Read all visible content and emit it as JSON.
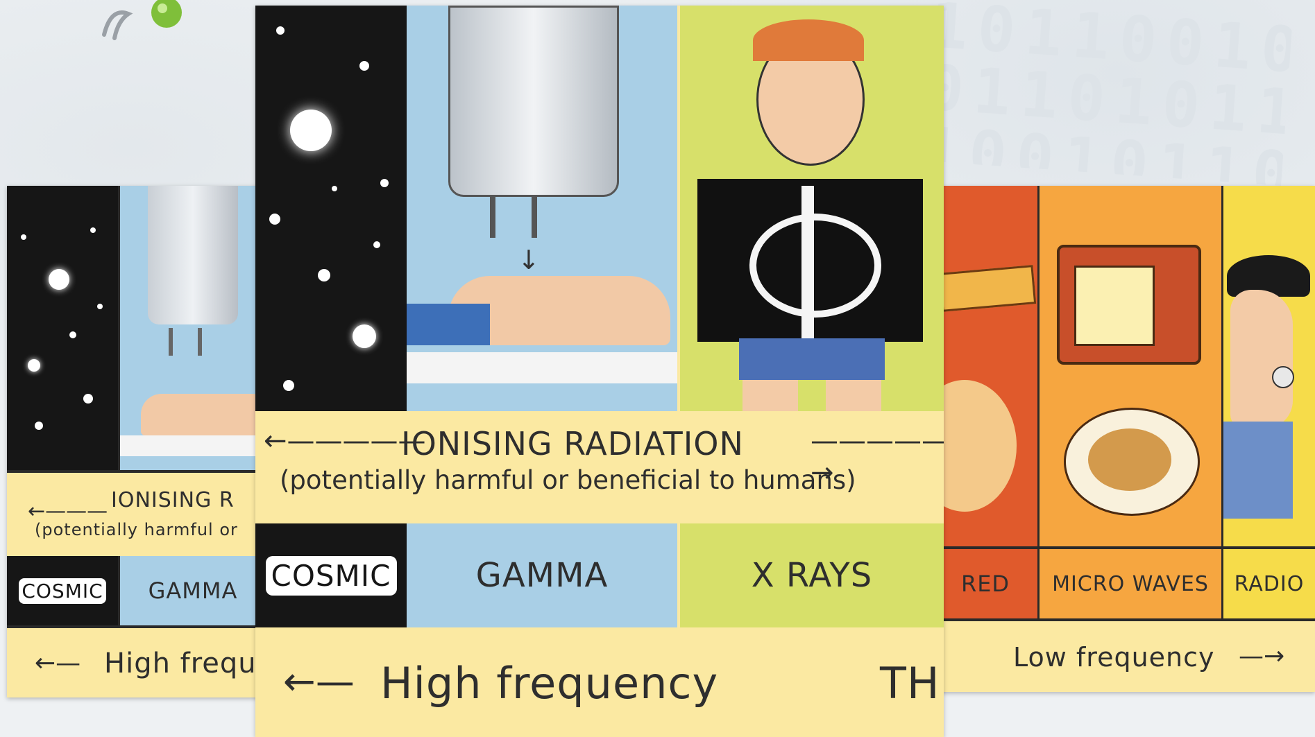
{
  "background": {
    "digits": "10110010 01101011 10010110"
  },
  "left_panel": {
    "heading": "IONISING R",
    "subheading": "(potentially harmful or",
    "labels": {
      "cosmic": "COSMIC",
      "gamma": "GAMMA"
    },
    "frequency_note": "High frequ"
  },
  "center_panel": {
    "heading": "IONISING RADIATION",
    "subheading": "(potentially harmful or beneficial to humans)",
    "labels": {
      "cosmic": "COSMIC",
      "gamma": "GAMMA",
      "xrays": "X RAYS"
    },
    "frequency_note": "High frequency",
    "trailing_text": "TH"
  },
  "right_panel": {
    "labels": {
      "infrared": "RED",
      "microwaves": "MICRO WAVES",
      "radio": "RADIO"
    },
    "frequency_note": "Low frequency"
  },
  "colors": {
    "space": "#161616",
    "gamma_blue": "#a9cfe6",
    "xray_green": "#d7e06a",
    "strip_yellow": "#fbe9a2",
    "infrared_red": "#e05a2c",
    "microwave_orange": "#f6a640",
    "radio_yellow": "#f6dc4a"
  }
}
